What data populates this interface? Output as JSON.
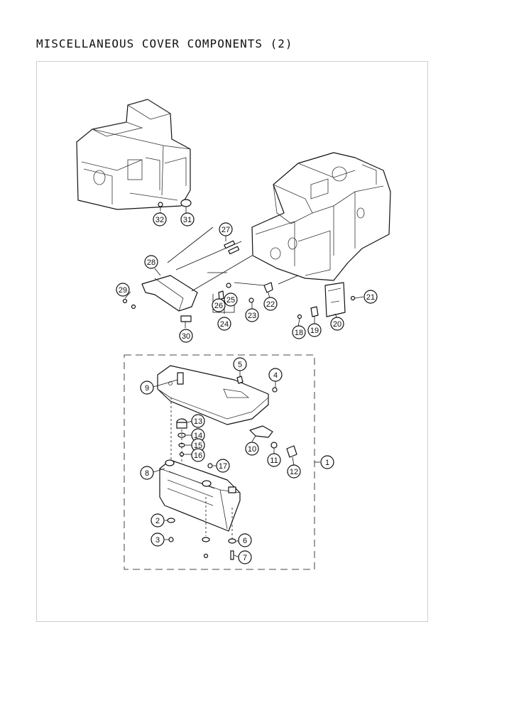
{
  "page": {
    "title": "MISCELLANEOUS COVER COMPONENTS (2)"
  },
  "callouts": [
    {
      "id": "c1",
      "label": "1"
    },
    {
      "id": "c2",
      "label": "2"
    },
    {
      "id": "c3",
      "label": "3"
    },
    {
      "id": "c4",
      "label": "4"
    },
    {
      "id": "c5",
      "label": "5"
    },
    {
      "id": "c6",
      "label": "6"
    },
    {
      "id": "c7",
      "label": "7"
    },
    {
      "id": "c8",
      "label": "8"
    },
    {
      "id": "c9",
      "label": "9"
    },
    {
      "id": "c10",
      "label": "10"
    },
    {
      "id": "c11",
      "label": "11"
    },
    {
      "id": "c12",
      "label": "12"
    },
    {
      "id": "c13",
      "label": "13"
    },
    {
      "id": "c14",
      "label": "14"
    },
    {
      "id": "c15",
      "label": "15"
    },
    {
      "id": "c16",
      "label": "16"
    },
    {
      "id": "c17",
      "label": "17"
    },
    {
      "id": "c18",
      "label": "18"
    },
    {
      "id": "c19",
      "label": "19"
    },
    {
      "id": "c20",
      "label": "20"
    },
    {
      "id": "c21",
      "label": "21"
    },
    {
      "id": "c22",
      "label": "22"
    },
    {
      "id": "c23",
      "label": "23"
    },
    {
      "id": "c24",
      "label": "24"
    },
    {
      "id": "c25",
      "label": "25"
    },
    {
      "id": "c26",
      "label": "26"
    },
    {
      "id": "c27",
      "label": "27"
    },
    {
      "id": "c28",
      "label": "28"
    },
    {
      "id": "c29",
      "label": "29"
    },
    {
      "id": "c30",
      "label": "30"
    },
    {
      "id": "c31",
      "label": "31"
    },
    {
      "id": "c32",
      "label": "32"
    }
  ]
}
